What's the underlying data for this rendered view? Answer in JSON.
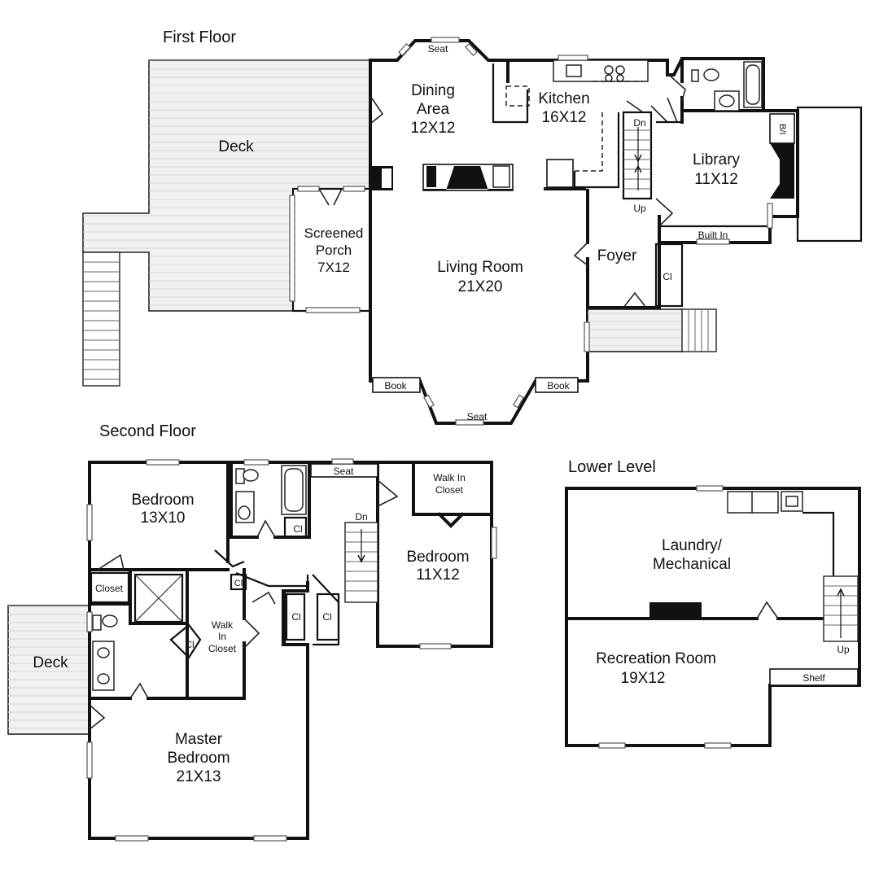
{
  "floors": {
    "first": {
      "title": "First Floor",
      "rooms": {
        "deck": "Deck",
        "dining": [
          "Dining",
          "Area",
          "12X12"
        ],
        "kitchen": [
          "Kitchen",
          "16X12"
        ],
        "library": [
          "Library",
          "11X12"
        ],
        "screened_porch": [
          "Screened",
          "Porch",
          "7X12"
        ],
        "living": [
          "Living Room",
          "21X20"
        ],
        "foyer": "Foyer"
      },
      "notes": {
        "seat_top": "Seat",
        "seat_bottom": "Seat",
        "book_left": "Book",
        "book_right": "Book",
        "dn": "Dn",
        "up": "Up",
        "bi": "B/I",
        "built_in": "Built In",
        "cl": "Cl"
      }
    },
    "second": {
      "title": "Second Floor",
      "rooms": {
        "bedroom_nw": [
          "Bedroom",
          "13X10"
        ],
        "bedroom_e": [
          "Bedroom",
          "11X12"
        ],
        "walk_in_closet_top": [
          "Walk In",
          "Closet"
        ],
        "walk_in_closet_mid": [
          "Walk",
          "In",
          "Closet"
        ],
        "closet": "Closet",
        "deck": "Deck",
        "master": [
          "Master",
          "Bedroom",
          "21X13"
        ]
      },
      "notes": {
        "seat": "Seat",
        "dn": "Dn",
        "cl1": "Cl",
        "cl2": "Cl",
        "cl3": "Cl",
        "cl4": "Cl",
        "cl5": "Cl"
      }
    },
    "lower": {
      "title": "Lower Level",
      "rooms": {
        "laundry": [
          "Laundry/",
          "Mechanical"
        ],
        "recreation": [
          "Recreation Room",
          "19X12"
        ]
      },
      "notes": {
        "up": "Up",
        "shelf": "Shelf"
      }
    }
  },
  "colors": {
    "wall": "#111111",
    "deck_fill": "#f1f1f1",
    "background": "#ffffff"
  }
}
